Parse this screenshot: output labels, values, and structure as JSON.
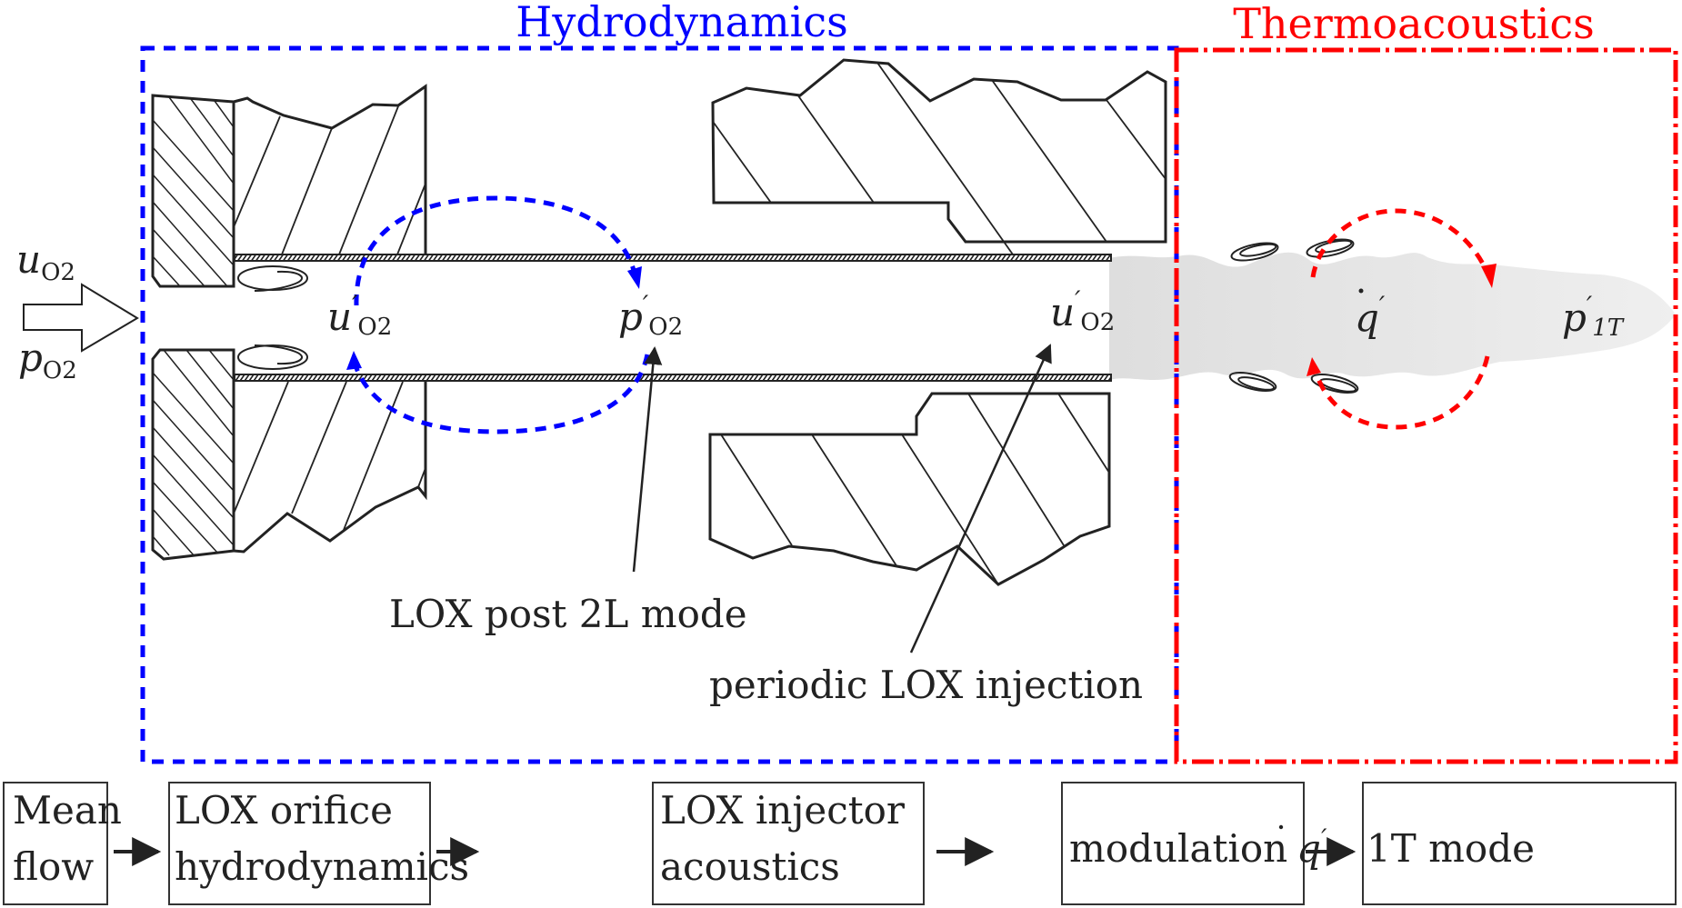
{
  "regions": {
    "hydrodynamics": {
      "title": "Hydrodynamics",
      "color": "#0000ff",
      "line_style": "dashed"
    },
    "thermoacoustics": {
      "title": "Thermoacoustics",
      "color": "#ff0000",
      "line_style": "dash-dot"
    }
  },
  "inlet": {
    "velocity_symbol": "u",
    "velocity_subscript": "O2",
    "pressure_symbol": "p",
    "pressure_subscript": "O2"
  },
  "hydro_labels": {
    "u_prime_inlet": {
      "symbol": "u",
      "prime": "′",
      "subscript": "O2"
    },
    "p_prime": {
      "symbol": "p",
      "prime": "′",
      "subscript": "O2"
    },
    "u_prime_exit": {
      "symbol": "u",
      "prime": "′",
      "subscript": "O2"
    }
  },
  "thermo_labels": {
    "q_dot_prime": {
      "symbol": "q",
      "dot": "˙",
      "prime": "′"
    },
    "p_prime_1t": {
      "symbol": "p",
      "prime": "′",
      "subscript": "1T"
    }
  },
  "annotations": {
    "lox_post_mode": "LOX post 2L mode",
    "periodic_injection": "periodic LOX injection"
  },
  "flow_chain": [
    {
      "line1": "Mean",
      "line2": "flow"
    },
    {
      "line1": "LOX orifice",
      "line2": "hydrodynamics"
    },
    {
      "line1": "LOX injector",
      "line2": "acoustics"
    },
    {
      "line1": "modulation",
      "math": "q",
      "dot": "˙",
      "prime": "′"
    },
    {
      "line1": "1T mode"
    }
  ],
  "colors": {
    "ink": "#222222",
    "flame": "#e4e4e4",
    "hydro": "#0000ff",
    "thermo": "#ff0000"
  }
}
